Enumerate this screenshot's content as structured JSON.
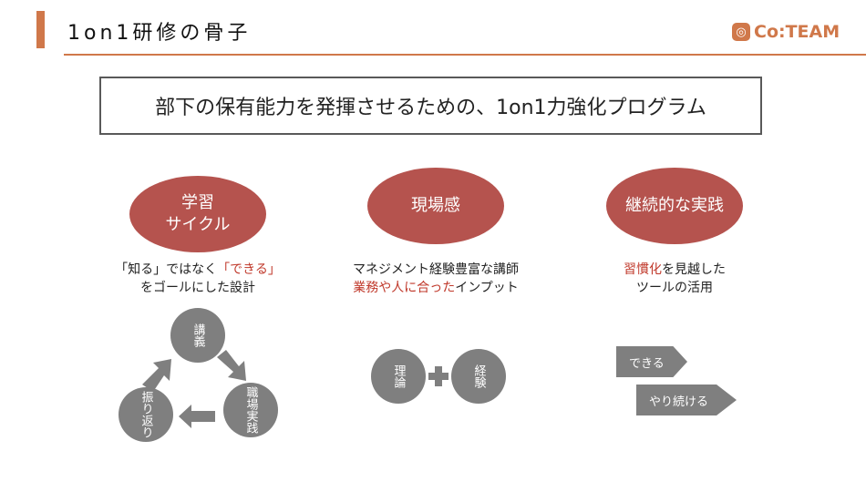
{
  "header": {
    "title": "1on1研修の骨子",
    "logo": "Co:TEAM",
    "accent": "#D0784A"
  },
  "tagline": "部下の保有能力を発揮させるための、1on1力強化プログラム",
  "pillars": [
    {
      "label_lines": [
        "学習",
        "サイクル"
      ],
      "desc": {
        "p1": "「知る」ではなく",
        "p2": "「できる」",
        "line2": "をゴールにした設計"
      }
    },
    {
      "label": "現場感",
      "desc": {
        "line1": "マネジメント経験豊富な講師",
        "r": "業務や人に合った",
        "tail": "インプット"
      }
    },
    {
      "label": "継続的な実践",
      "desc": {
        "r": "習慣化",
        "tail": "を見越した",
        "line2": "ツールの活用"
      }
    }
  ],
  "cycle": {
    "top": "講義",
    "right": "職場実践",
    "left": "振り返り"
  },
  "combo": {
    "a": "理論",
    "b": "経験"
  },
  "steps": [
    "できる",
    "やり続ける"
  ],
  "colors": {
    "pillar": "#B5534E",
    "gray": "#7f7f7f"
  }
}
